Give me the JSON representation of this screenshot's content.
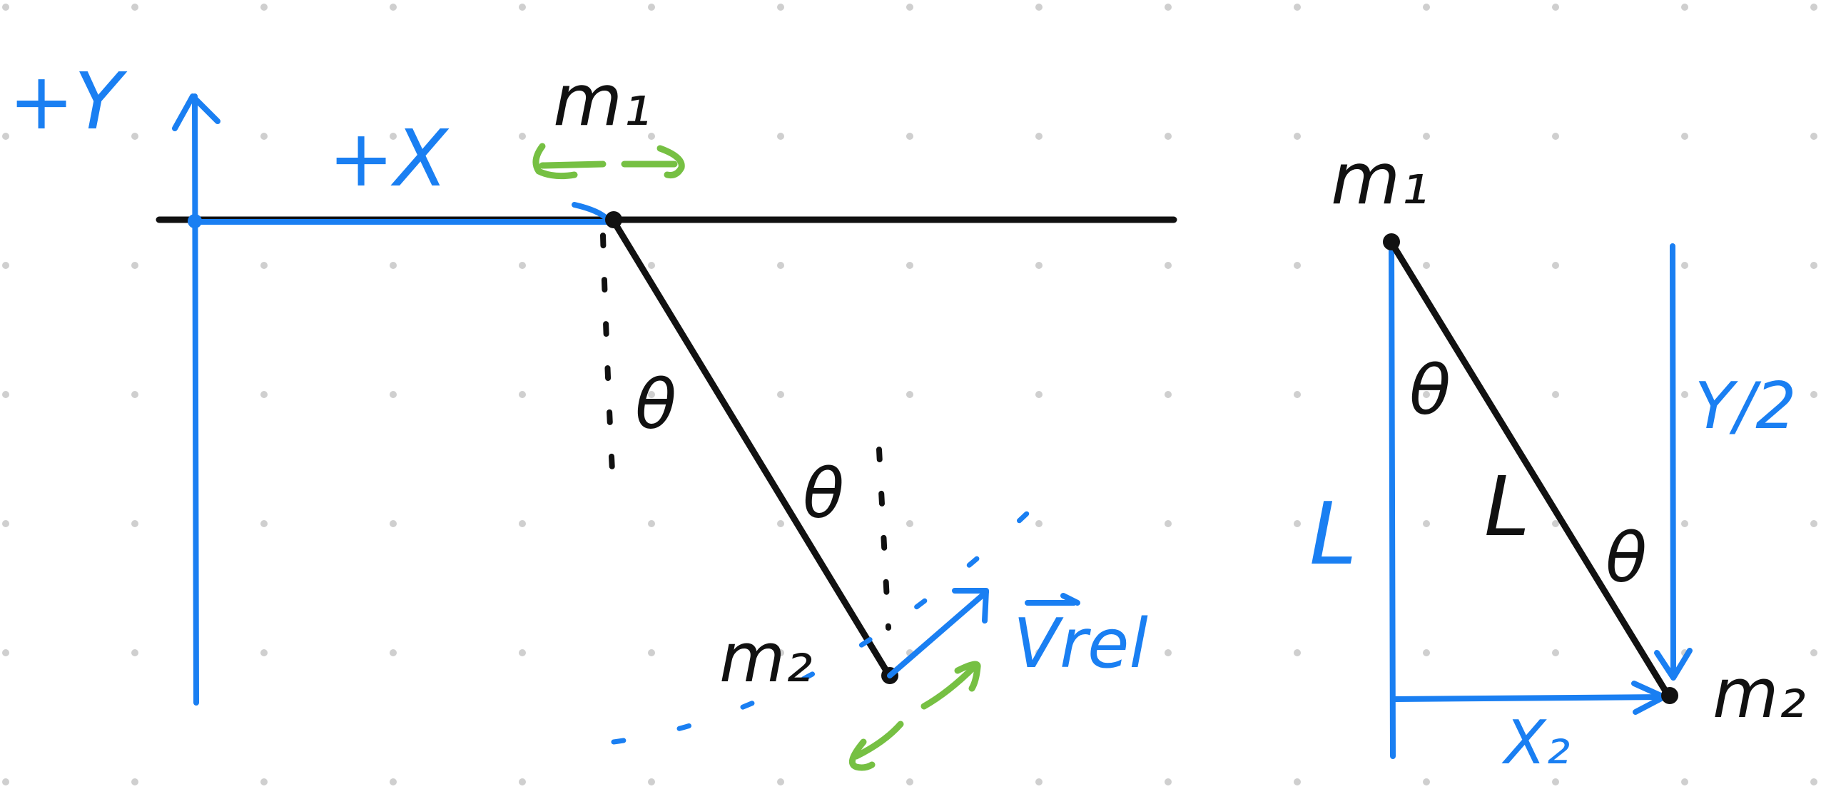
{
  "colors": {
    "background": "#ffffff",
    "grid_dot": "#cfcfcf",
    "ink_black": "#111111",
    "ink_blue": "#1a7ff2",
    "ink_green": "#76c043"
  },
  "left_diagram": {
    "axis_y_label": "+Y",
    "axis_x_label": "+X",
    "mass_top_label": "m₁",
    "mass_bottom_label": "m₂",
    "angle_label_top": "θ",
    "angle_label_bottom": "θ",
    "velocity_label": "Vrel"
  },
  "right_diagram": {
    "mass_top_label": "m₁",
    "mass_bottom_label": "m₂",
    "side_length_label": "L",
    "hypotenuse_label": "L",
    "angle_label_top": "θ",
    "angle_label_bottom": "θ",
    "y_label": "Y/2",
    "x_label": "X₂"
  }
}
